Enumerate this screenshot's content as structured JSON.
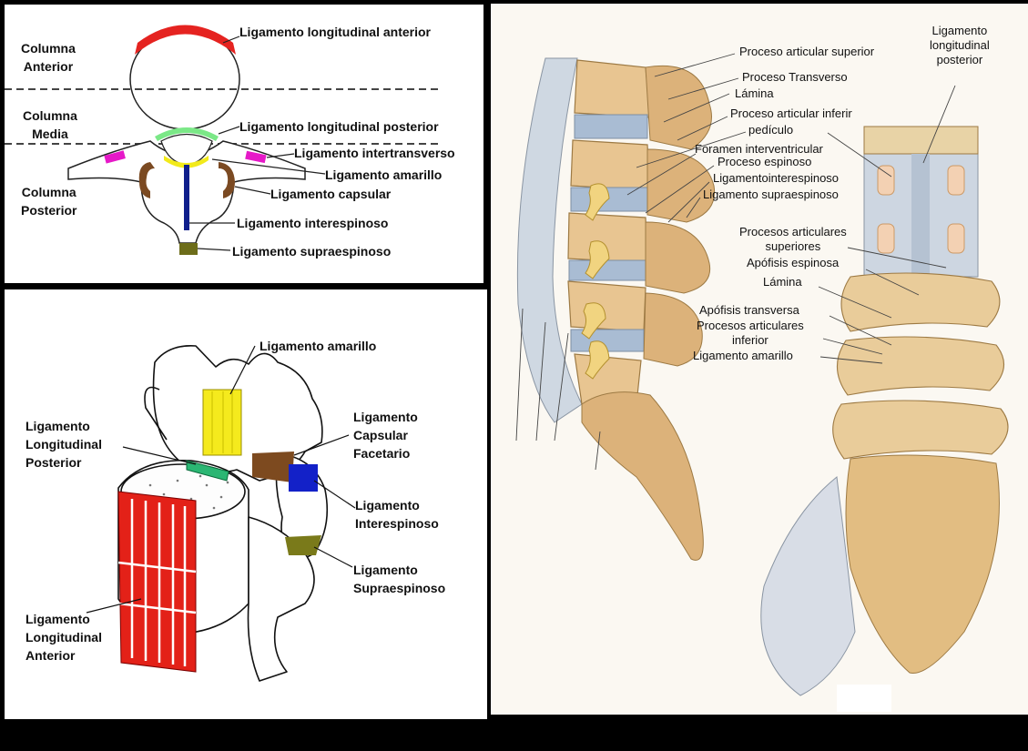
{
  "panel_axial": {
    "labels": {
      "columna_anterior": "Columna\nAnterior",
      "columna_media": "Columna\nMedia",
      "columna_posterior": "Columna\nPosterior",
      "lig_long_anterior": "Ligamento longitudinal anterior",
      "lig_long_posterior": "Ligamento longitudinal posterior",
      "lig_intertransverso": "Ligamento intertransverso",
      "lig_amarillo": "Ligamento amarillo",
      "lig_capsular": "Ligamento capsular",
      "lig_interespinoso": "Ligamento interespinoso",
      "lig_supraespinoso": "Ligamento supraespinoso"
    },
    "colors": {
      "anterior": "#e52320",
      "posterior": "#7be887",
      "intertransverso": "#e619c8",
      "amarillo": "#f2ea1b",
      "capsular": "#7b4a22",
      "interespinoso": "#0f1f8c",
      "supraespinoso": "#6d6d1a"
    }
  },
  "panel_3d": {
    "labels": {
      "lig_amarillo": "Ligamento amarillo",
      "lig_long_posterior": "Ligamento\nLongitudinal\nPosterior",
      "lig_capsular": "Ligamento\nCapsular\nFacetario",
      "lig_interespinoso": "Ligamento\nInterespinoso",
      "lig_supraespinoso": "Ligamento\nSupraespinoso",
      "lig_long_anterior": "Ligamento\nLongitudinal\nAnterior"
    },
    "colors": {
      "amarillo": "#f5ea1d",
      "posterior": "#2bb673",
      "capsular": "#7d4a1f",
      "interespinoso": "#1321c8",
      "supraespinoso": "#7a7a1a",
      "anterior": "#e32118"
    }
  },
  "panel_anatomy": {
    "labels": {
      "proc_articular_superior": "Proceso articular superior",
      "proc_transverso": "Proceso Transverso",
      "lamina_top": "Lámina",
      "proc_articular_inferir": "Proceso articular inferir",
      "pediculo": "pedículo",
      "foramen": "Foramen interventricular",
      "proc_espinoso": "Proceso espinoso",
      "lig_interespinoso": "Ligamentointerespinoso",
      "lig_supraespinoso": "Ligamento supraespinoso",
      "lig_long_posterior": "Ligamento\nlongitudinal\nposterior",
      "procesos_art_superiores": "Procesos articulares\nsuperiores",
      "apofisis_espinosa": "Apófisis espinosa",
      "lamina_mid": "Lámina",
      "apofisis_transversa": "Apófisis transversa",
      "procesos_art_inferior": "Procesos articulares\ninferior",
      "lig_amarillo": "Ligamento amarillo"
    }
  }
}
